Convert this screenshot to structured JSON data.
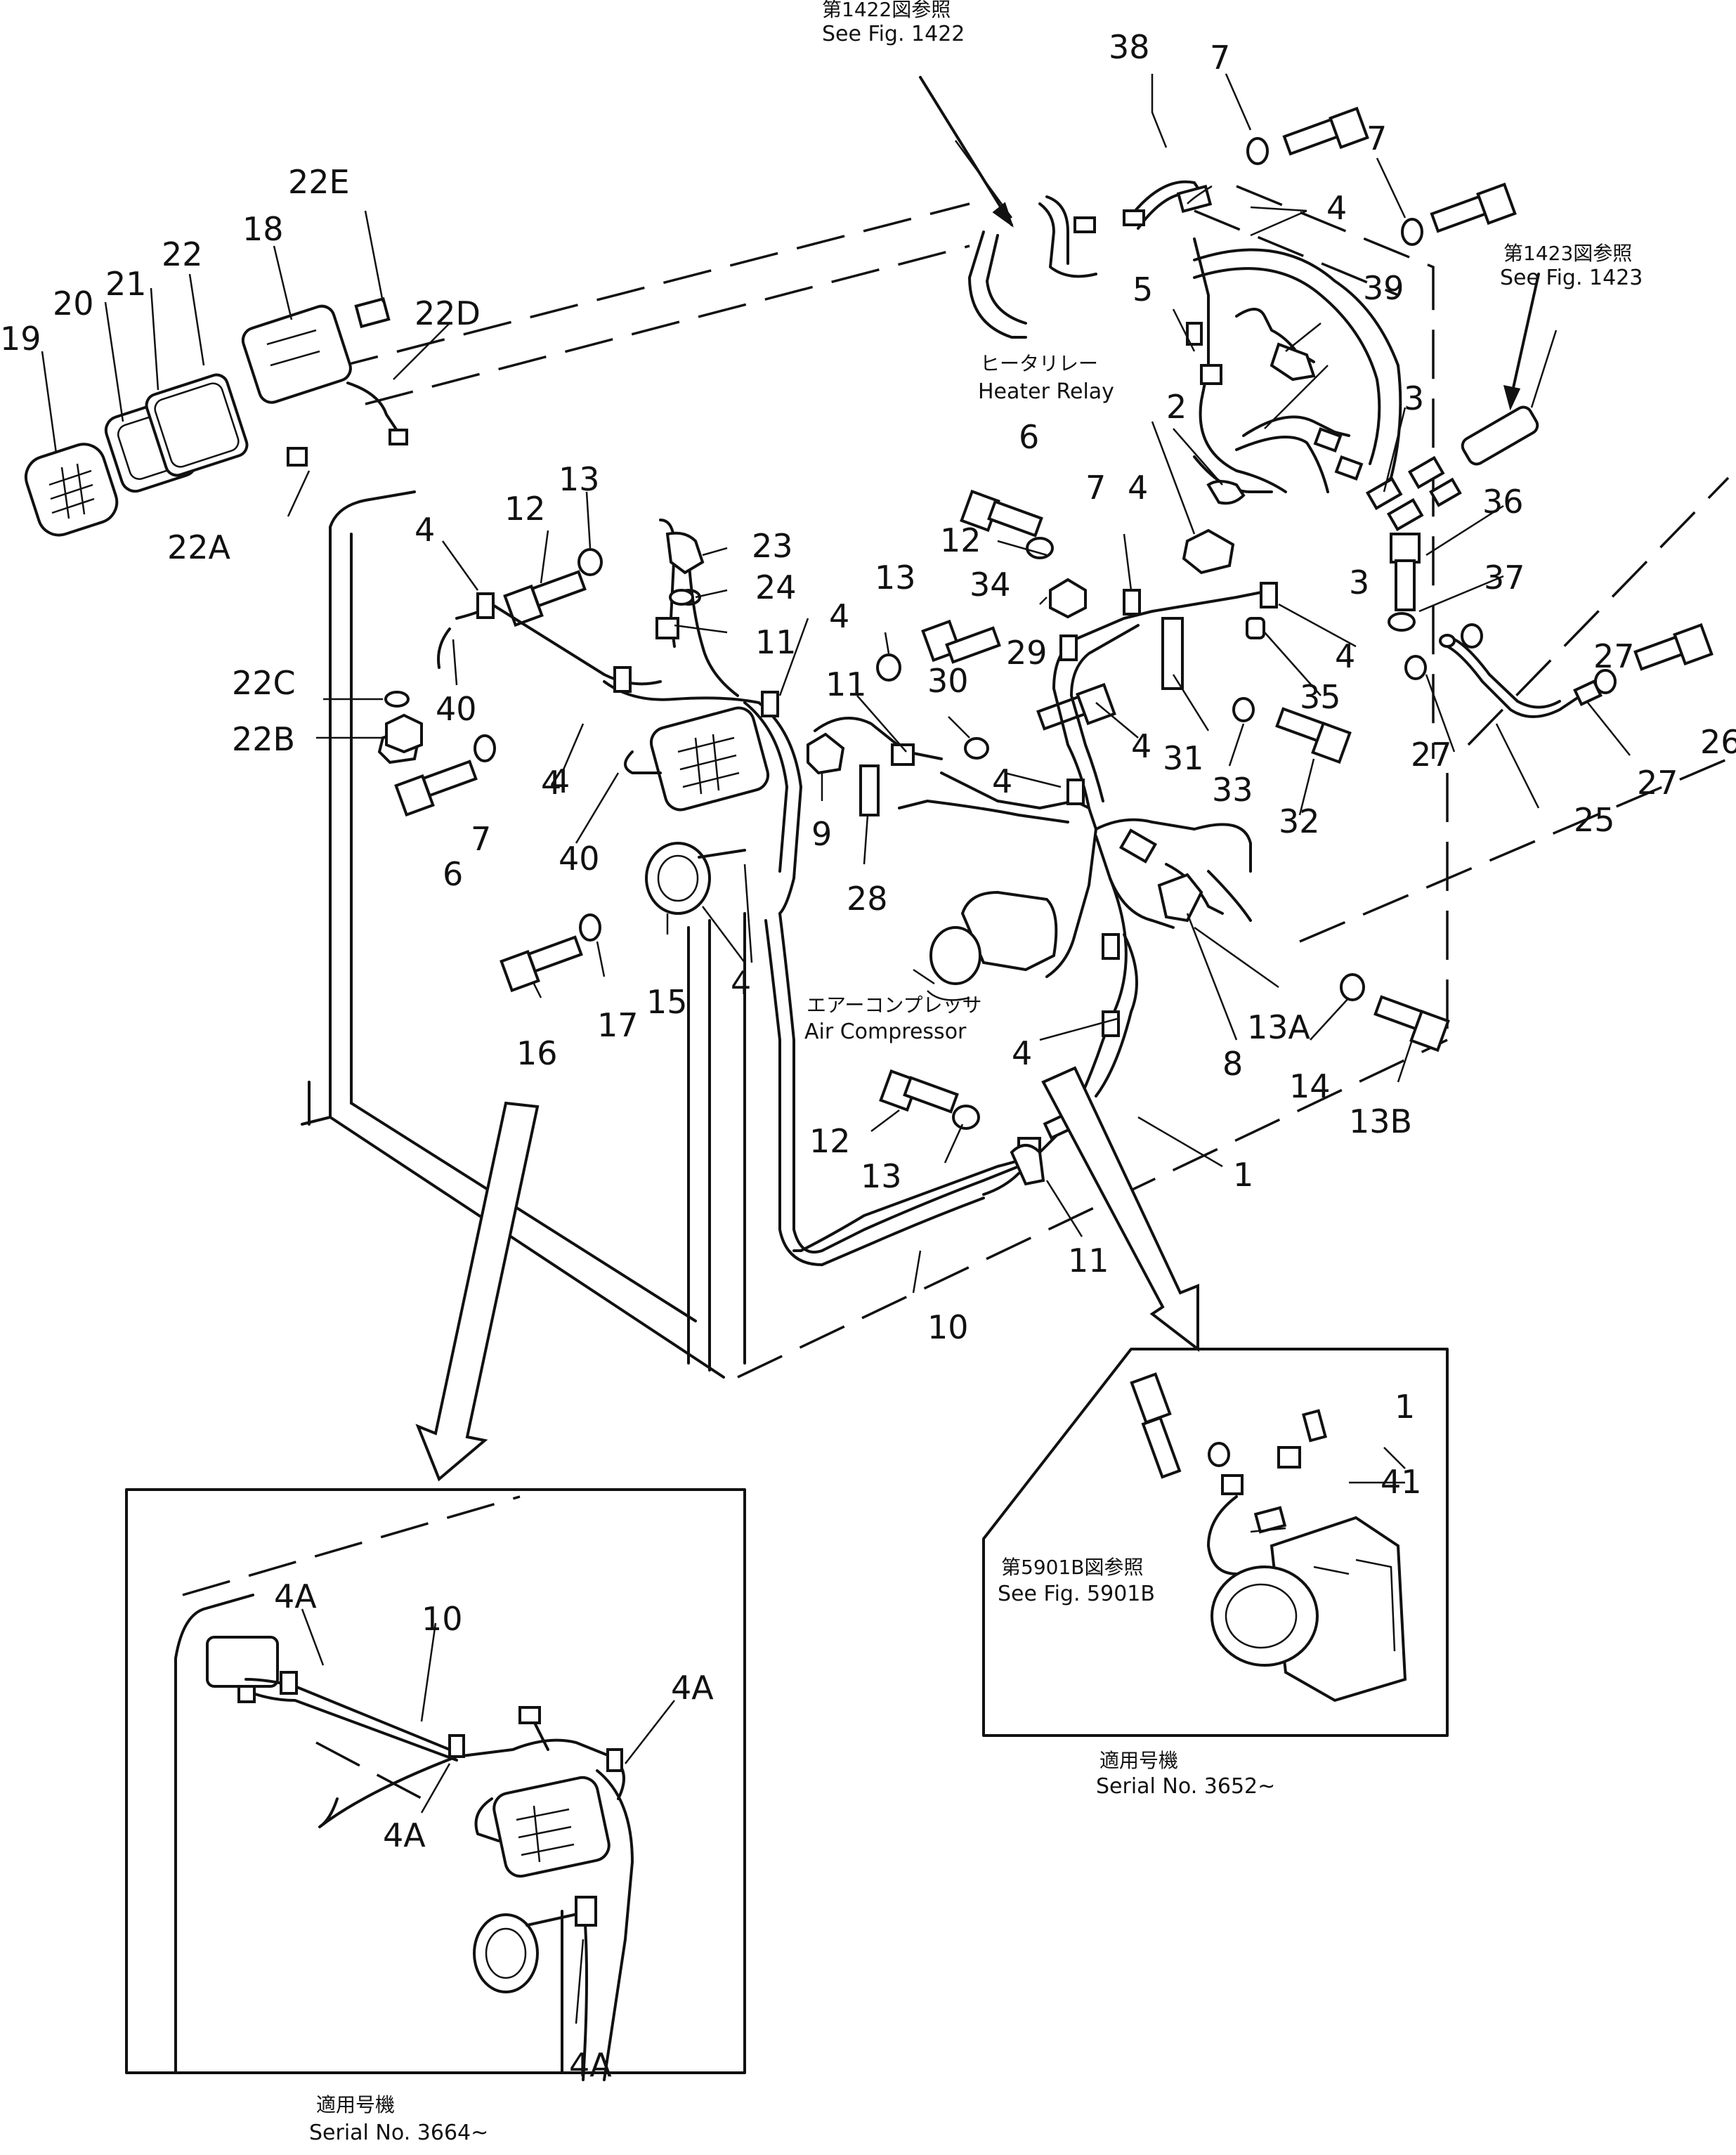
{
  "part_numbers": [
    {
      "id": "n38",
      "text": "38"
    },
    {
      "id": "n7a",
      "text": "7"
    },
    {
      "id": "n7b",
      "text": "7"
    },
    {
      "id": "n4a",
      "text": "4"
    },
    {
      "id": "n39",
      "text": "39"
    },
    {
      "id": "n5",
      "text": "5"
    },
    {
      "id": "n2",
      "text": "2"
    },
    {
      "id": "n3a",
      "text": "3"
    },
    {
      "id": "n3b",
      "text": "3"
    },
    {
      "id": "n36",
      "text": "36"
    },
    {
      "id": "n37",
      "text": "37"
    },
    {
      "id": "n27a",
      "text": "27"
    },
    {
      "id": "n27b",
      "text": "27"
    },
    {
      "id": "n27c",
      "text": "27"
    },
    {
      "id": "n26",
      "text": "26"
    },
    {
      "id": "n25",
      "text": "25"
    },
    {
      "id": "n22E",
      "text": "22E"
    },
    {
      "id": "n22",
      "text": "22"
    },
    {
      "id": "n18",
      "text": "18"
    },
    {
      "id": "n21",
      "text": "21"
    },
    {
      "id": "n20",
      "text": "20"
    },
    {
      "id": "n19",
      "text": "19"
    },
    {
      "id": "n22D",
      "text": "22D"
    },
    {
      "id": "n22A",
      "text": "22A"
    },
    {
      "id": "n22C",
      "text": "22C"
    },
    {
      "id": "n22B",
      "text": "22B"
    },
    {
      "id": "n40a",
      "text": "40"
    },
    {
      "id": "n40b",
      "text": "40"
    },
    {
      "id": "n4b",
      "text": "4"
    },
    {
      "id": "n4c",
      "text": "4"
    },
    {
      "id": "n12a",
      "text": "12"
    },
    {
      "id": "n13a",
      "text": "13"
    },
    {
      "id": "n23",
      "text": "23"
    },
    {
      "id": "n24",
      "text": "24"
    },
    {
      "id": "n11a",
      "text": "11"
    },
    {
      "id": "n6a",
      "text": "6"
    },
    {
      "id": "n7c",
      "text": "7"
    },
    {
      "id": "n4d",
      "text": "4"
    },
    {
      "id": "n13b",
      "text": "13"
    },
    {
      "id": "n11b",
      "text": "11"
    },
    {
      "id": "n30",
      "text": "30"
    },
    {
      "id": "n29",
      "text": "29"
    },
    {
      "id": "n9",
      "text": "9"
    },
    {
      "id": "n28",
      "text": "28"
    },
    {
      "id": "n4e",
      "text": "4"
    },
    {
      "id": "n6b",
      "text": "6"
    },
    {
      "id": "n7d",
      "text": "7"
    },
    {
      "id": "n12b",
      "text": "12"
    },
    {
      "id": "n34",
      "text": "34"
    },
    {
      "id": "n4f",
      "text": "4"
    },
    {
      "id": "n4g",
      "text": "4"
    },
    {
      "id": "n4h",
      "text": "4"
    },
    {
      "id": "n31",
      "text": "31"
    },
    {
      "id": "n33",
      "text": "33"
    },
    {
      "id": "n35",
      "text": "35"
    },
    {
      "id": "n32",
      "text": "32"
    },
    {
      "id": "n4i",
      "text": "4"
    },
    {
      "id": "n16",
      "text": "16"
    },
    {
      "id": "n17",
      "text": "17"
    },
    {
      "id": "n15",
      "text": "15"
    },
    {
      "id": "n4j",
      "text": "4"
    },
    {
      "id": "n4k",
      "text": "4"
    },
    {
      "id": "n8",
      "text": "8"
    },
    {
      "id": "n13A",
      "text": "13A"
    },
    {
      "id": "n14",
      "text": "14"
    },
    {
      "id": "n13B",
      "text": "13B"
    },
    {
      "id": "n12c",
      "text": "12"
    },
    {
      "id": "n13c",
      "text": "13"
    },
    {
      "id": "n1a",
      "text": "1"
    },
    {
      "id": "n11c",
      "text": "11"
    },
    {
      "id": "n10a",
      "text": "10"
    },
    {
      "id": "n1b",
      "text": "1"
    },
    {
      "id": "n41",
      "text": "41"
    },
    {
      "id": "n4Aa",
      "text": "4A"
    },
    {
      "id": "n10b",
      "text": "10"
    },
    {
      "id": "n4Ab",
      "text": "4A"
    },
    {
      "id": "n4Ac",
      "text": "4A"
    },
    {
      "id": "n4Ad",
      "text": "4A"
    }
  ],
  "notes": {
    "fig1422_jp": "第1422図参照",
    "fig1422_en": "See Fig. 1422",
    "fig1423_jp": "第1423図参照",
    "fig1423_en": "See Fig. 1423",
    "heater_relay_jp": "ヒータリレー",
    "heater_relay_en": "Heater Relay",
    "air_comp_jp": "エアーコンプレッサ",
    "air_comp_en": "Air Compressor",
    "fig5901b_jp": "第5901B図参照",
    "fig5901b_en": "See Fig. 5901B",
    "serial_right_jp": "適用号機",
    "serial_right_en": "Serial No. 3652~",
    "serial_left_jp": "適用号機",
    "serial_left_en": "Serial No. 3664~"
  }
}
